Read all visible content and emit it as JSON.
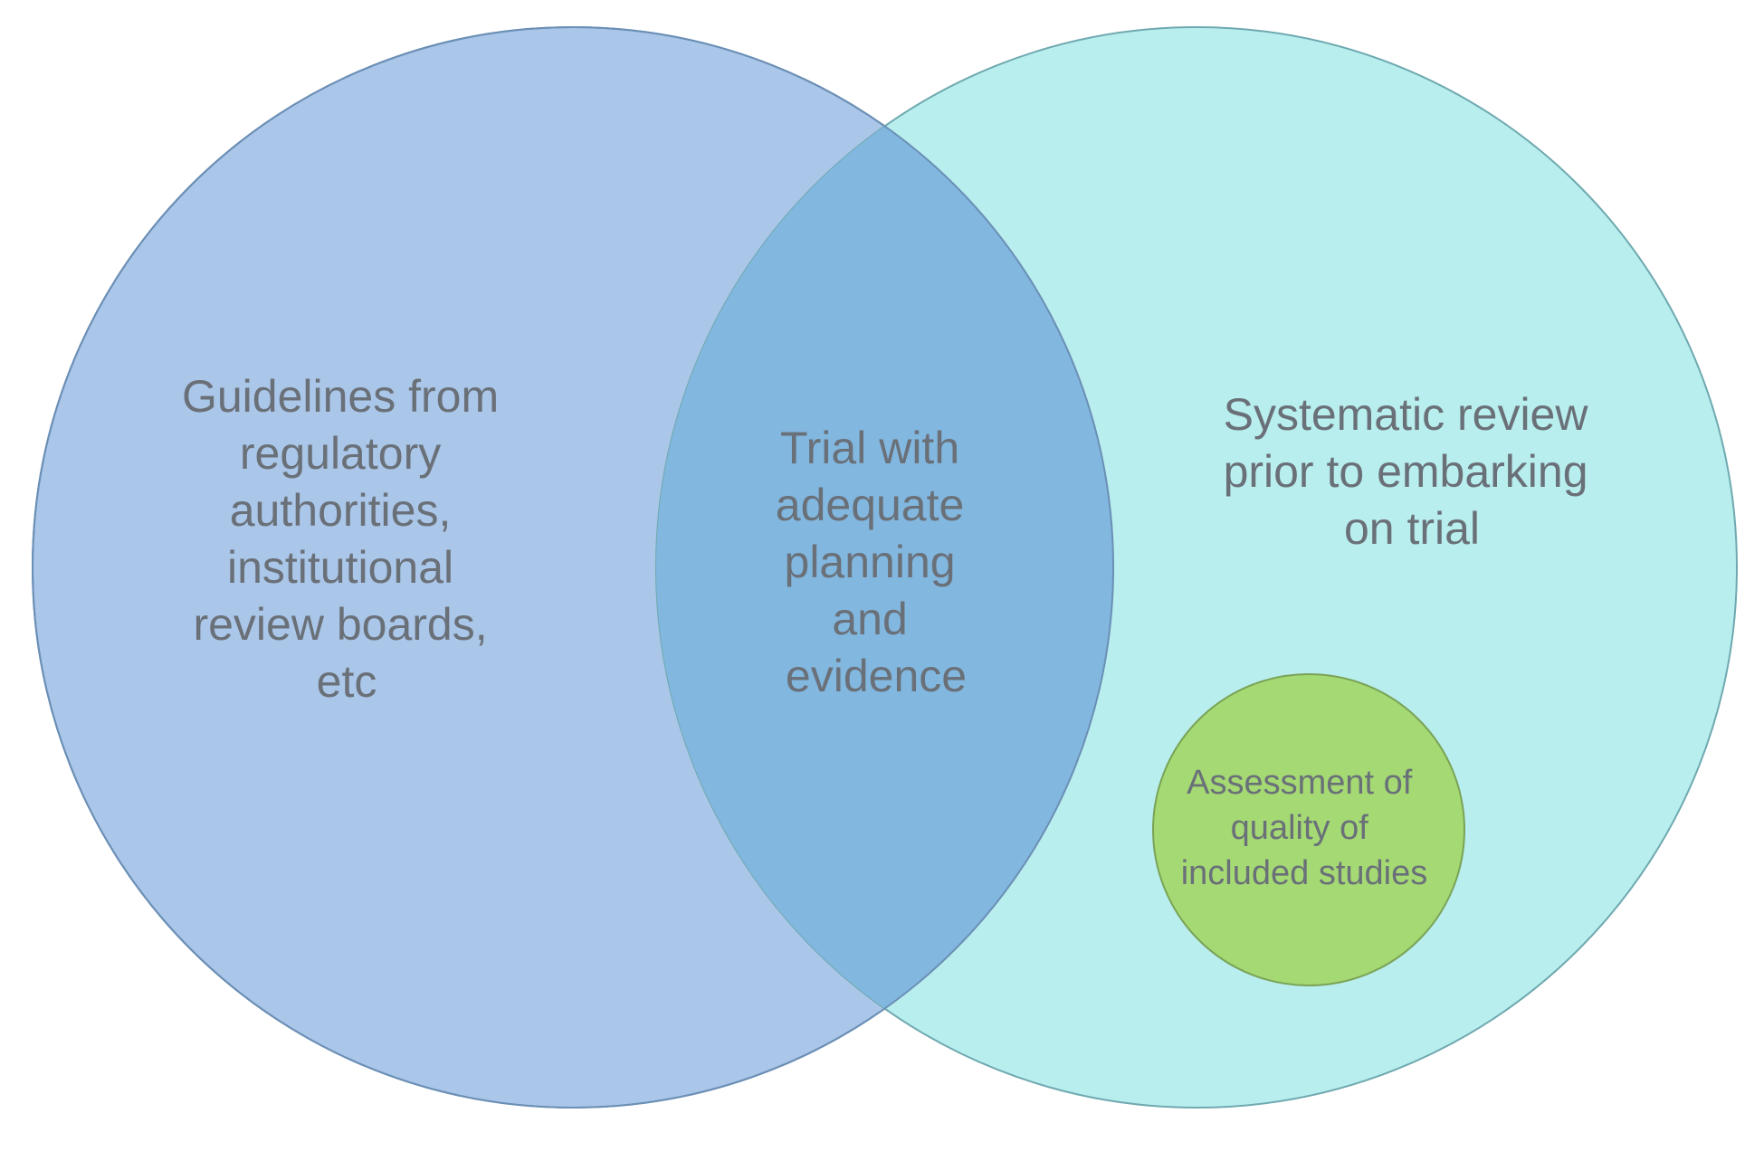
{
  "diagram": {
    "type": "venn",
    "left_circle": {
      "label_lines": [
        "Guidelines from",
        "regulatory",
        "authorities,",
        "institutional",
        "review boards,",
        "etc"
      ],
      "fill": "#aac6e8",
      "stroke": "#6b8fb5"
    },
    "right_circle": {
      "label_lines": [
        "Systematic review",
        "prior to embarking",
        "on trial"
      ],
      "fill": "#b8eeee",
      "stroke": "#6fa9b0"
    },
    "intersection": {
      "label_lines": [
        "Trial with",
        "adequate",
        "planning",
        "and",
        "evidence"
      ],
      "fill": "#82b7df"
    },
    "inner_circle": {
      "label_lines": [
        "Assessment of",
        "quality of",
        "included studies"
      ],
      "fill": "#a4d974",
      "stroke": "#7aa356"
    },
    "text_color": "#6a7078"
  }
}
